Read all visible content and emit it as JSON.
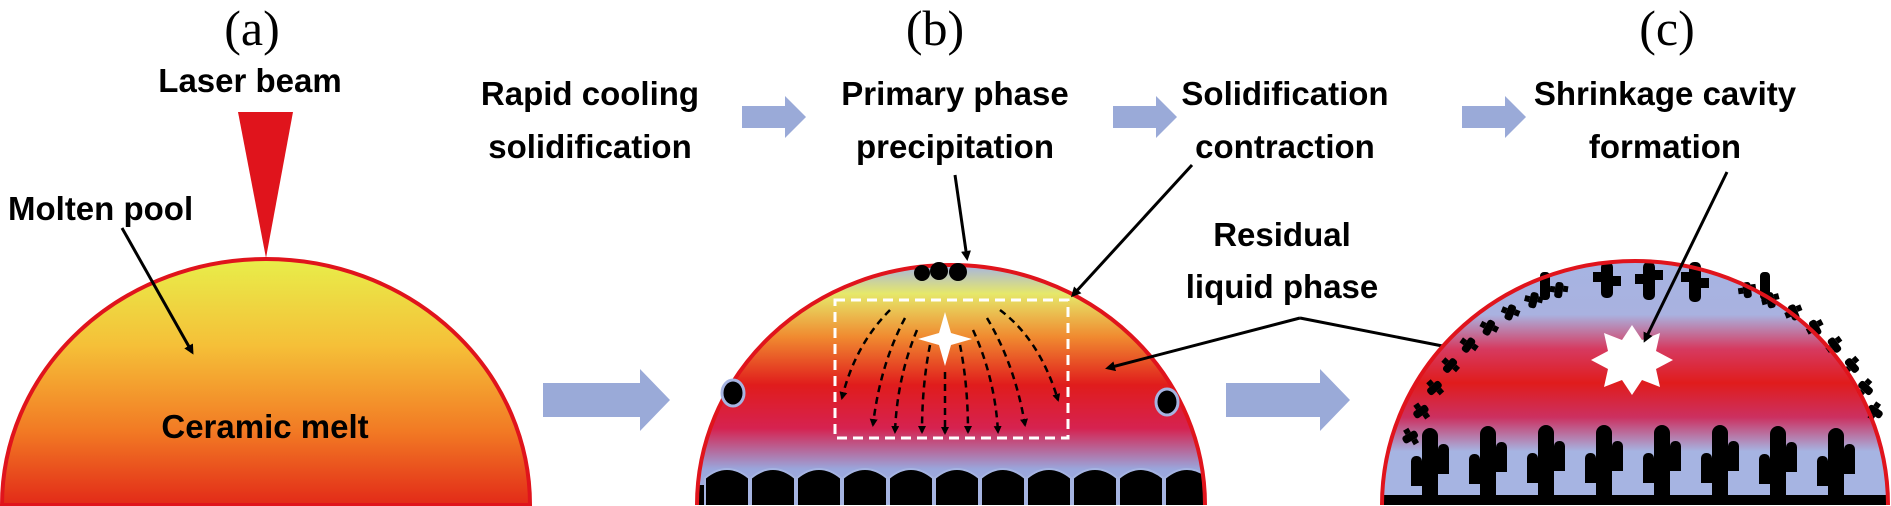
{
  "panels": {
    "a": "(a)",
    "b": "(b)",
    "c": "(c)"
  },
  "labels": {
    "laser_beam": "Laser beam",
    "molten_pool": "Molten pool",
    "ceramic_melt": "Ceramic melt",
    "rapid_cooling_1": "Rapid cooling",
    "rapid_cooling_2": "solidification",
    "primary_phase_1": "Primary phase",
    "primary_phase_2": "precipitation",
    "solid_contraction_1": "Solidification",
    "solid_contraction_2": "contraction",
    "shrinkage_1": "Shrinkage cavity",
    "shrinkage_2": "formation",
    "residual_1": "Residual",
    "residual_2": "liquid phase"
  },
  "colors": {
    "outline": "#e0141c",
    "process_arrow": "#9aaad8",
    "melt_top": "#e8ee4a",
    "melt_mid": "#f59a2a",
    "melt_bottom": "#e01818",
    "cooled": "#a4b2e2",
    "solid": "#000000"
  }
}
